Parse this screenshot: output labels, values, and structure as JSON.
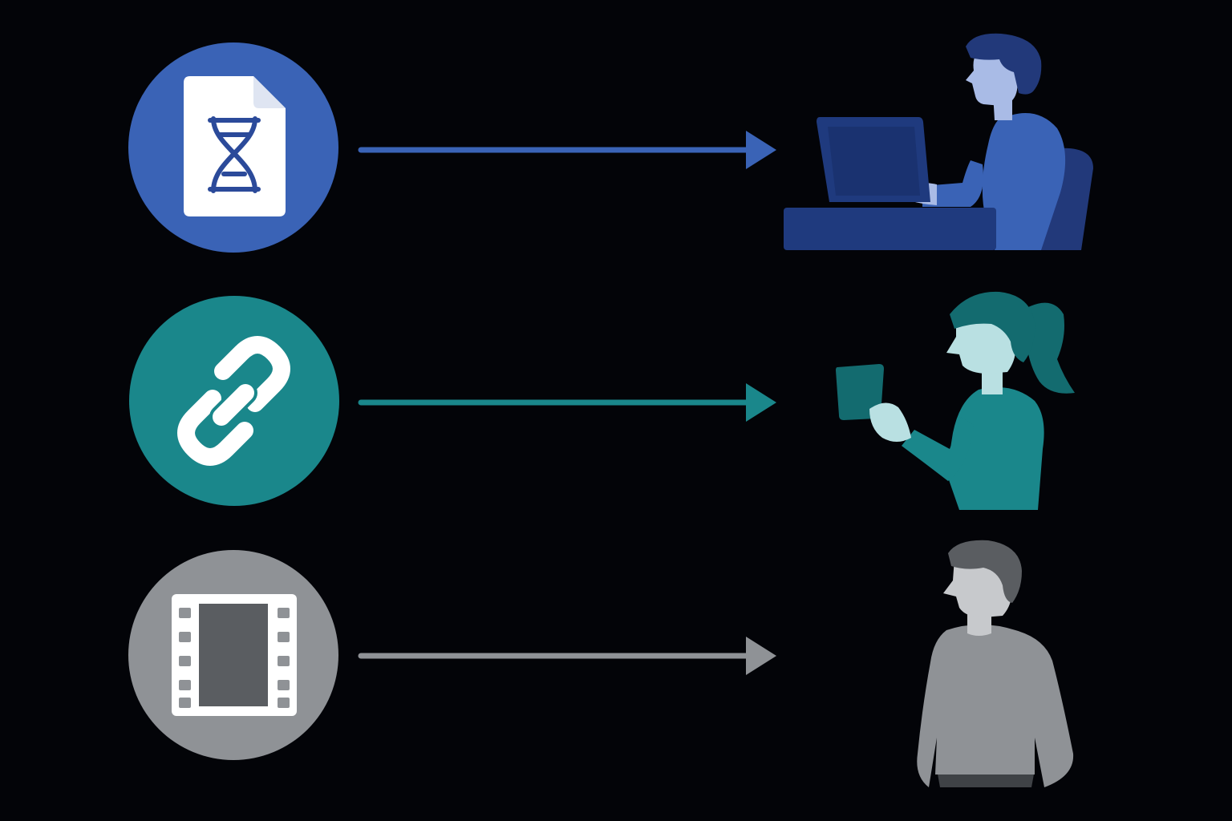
{
  "background": "#030408",
  "rows": [
    {
      "id": "dna-file",
      "icon": "dna-file-icon",
      "circle_color": "#3a63b6",
      "arrow_color": "#3a63b6",
      "person": "person-at-laptop-icon"
    },
    {
      "id": "link",
      "icon": "chain-link-icon",
      "circle_color": "#1a878b",
      "arrow_color": "#1a878b",
      "person": "person-with-tablet-icon"
    },
    {
      "id": "film",
      "icon": "film-strip-icon",
      "circle_color": "#8f9296",
      "arrow_color": "#8f9296",
      "person": "person-standing-icon"
    }
  ],
  "colors": {
    "navy": "#1f3a7e",
    "blue": "#3a63b6",
    "skin_blue": "#a9bbe6",
    "hair_blue": "#22397a",
    "teal": "#1a878b",
    "teal_dark": "#136b6f",
    "skin_teal": "#b9e0e2",
    "gray": "#8f9296",
    "gray_dark": "#5a5d61",
    "gray_darker": "#3f4246",
    "skin_gray": "#c7c9cc"
  }
}
